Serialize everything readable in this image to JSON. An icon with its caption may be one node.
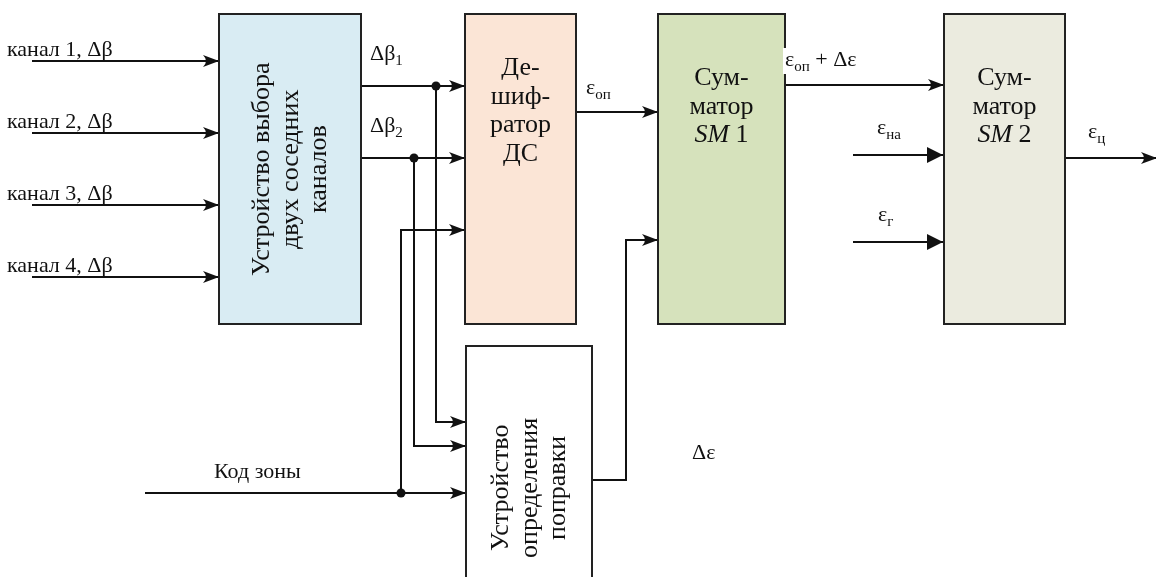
{
  "diagram": {
    "nodes": [
      {
        "text": [
          "Устройство выбора двух соседних каналов"
        ]
      },
      {
        "text": [
          "Де- шиф- ратор ДС"
        ]
      },
      {
        "text": [
          "Сум- матор *SM* 1"
        ]
      },
      {
        "text": [
          "Сум- матор *SM* 2"
        ]
      },
      {
        "text": [
          "Устройство определения поправки"
        ]
      }
    ],
    "edges": [
      {
        "from": null,
        "to": 0,
        "arrow": "to",
        "label": "канал 1, Δβ"
      },
      {
        "from": null,
        "to": 0,
        "arrow": "to",
        "label": "канал 2, Δβ"
      },
      {
        "from": null,
        "to": 0,
        "arrow": "to",
        "label": "канал 3, Δβ"
      },
      {
        "from": null,
        "to": 0,
        "arrow": "to",
        "label": "канал 4, Δβ"
      },
      {
        "from": 0,
        "to": 1,
        "arrow": "to",
        "label": "Δβ$_{1}$"
      },
      {
        "from": 0,
        "to": 1,
        "arrow": "to",
        "label": "Δβ$_{2}$"
      },
      {
        "from": 0,
        "to": 4,
        "arrow": "to"
      },
      {
        "from": 0,
        "to": 4,
        "arrow": "to"
      },
      {
        "from": null,
        "to": 4,
        "arrow": "to",
        "label": "Код зоны"
      },
      {
        "from": null,
        "to": 1,
        "arrow": "to"
      },
      {
        "from": 1,
        "to": 2,
        "arrow": "to",
        "label": "ε$_{оп}$"
      },
      {
        "from": 4,
        "to": 2,
        "arrow": "to",
        "label": "Δε"
      },
      {
        "from": 2,
        "to": 3,
        "arrow": "to",
        "label": "ε$_{оп}$ + Δε"
      },
      {
        "from": null,
        "to": 3,
        "arrow": "to",
        "label": "ε$_{на}$"
      },
      {
        "from": null,
        "to": 3,
        "arrow": "to",
        "label": "ε$_{г}$"
      },
      {
        "from": 3,
        "to": null,
        "arrow": "to",
        "label": "ε$_{ц}$"
      }
    ]
  }
}
